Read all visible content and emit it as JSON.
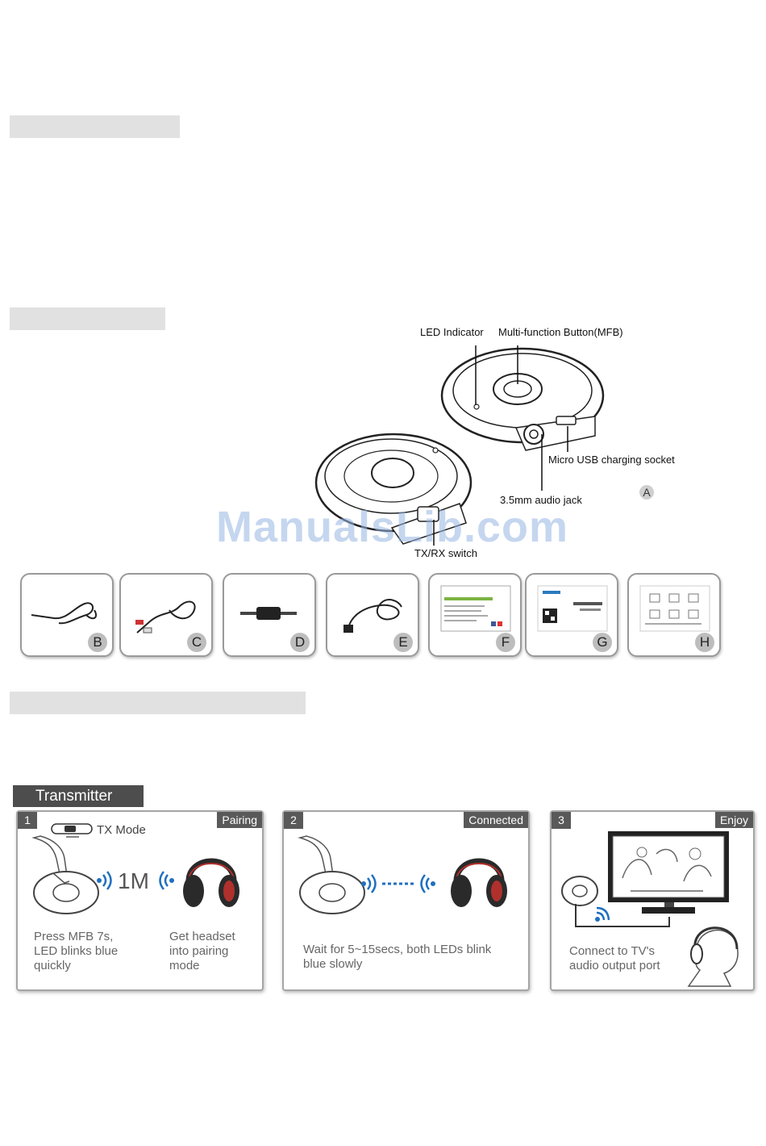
{
  "device_labels": {
    "led": "LED Indicator",
    "mfb": "Multi-function Button(MFB)",
    "usb": "Micro USB charging socket",
    "jack": "3.5mm audio jack",
    "switch": "TX/RX switch",
    "figure_letter": "A"
  },
  "watermark": "ManualsLib.com",
  "accessories": [
    {
      "letter": "B"
    },
    {
      "letter": "C"
    },
    {
      "letter": "D"
    },
    {
      "letter": "E"
    },
    {
      "letter": "F"
    },
    {
      "letter": "G"
    },
    {
      "letter": "H"
    }
  ],
  "transmitter": {
    "title": "Transmitter",
    "steps": [
      {
        "number": "1",
        "tag": "Pairing",
        "mode": "TX Mode",
        "distance": "1M",
        "text_left": "Press MFB 7s,\nLED blinks blue\nquickly",
        "text_right": "Get headset\ninto pairing\nmode"
      },
      {
        "number": "2",
        "tag": "Connected",
        "text": "Wait for 5~15secs, both LEDs blink\nblue slowly"
      },
      {
        "number": "3",
        "tag": "Enjoy",
        "text": "Connect to TV's\naudio output port"
      }
    ]
  },
  "colors": {
    "section_bar": "#e1e1e1",
    "tab": "#595959",
    "signal": "#1f6fc0",
    "headset_red": "#b0302c"
  }
}
